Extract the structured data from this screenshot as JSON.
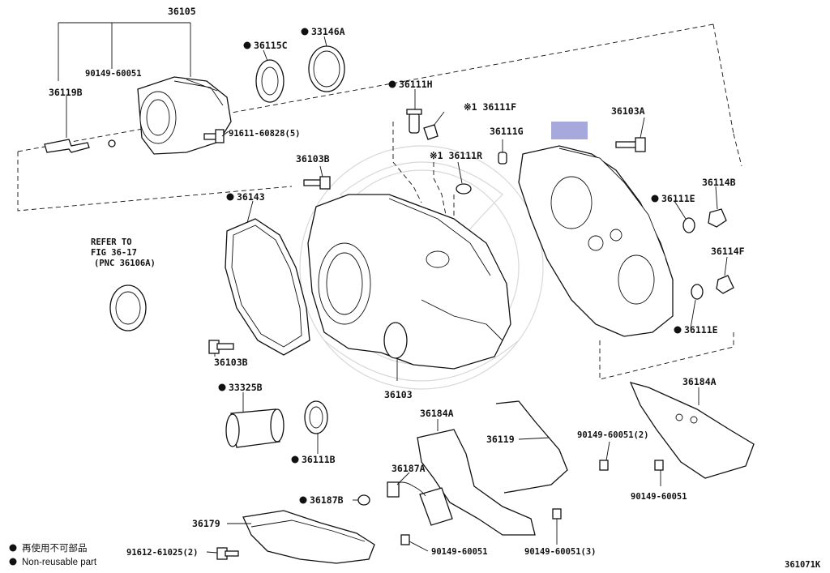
{
  "diagram": {
    "figure_id": "361071K",
    "highlight_color": "#a7a9dc",
    "part_labels": {
      "p36105": "36105",
      "p90149_60051_top": "90149-60051",
      "p36119B": "36119B",
      "p36115C": "36115C",
      "p33146A": "33146A",
      "p91611_60828": "91611-60828(5)",
      "p36111H": "36111H",
      "p36111F": "※1 36111F",
      "p36111G": "36111G",
      "p36111R": "※1 36111R",
      "p36103A": "36103A",
      "p36103B_top": "36103B",
      "p36143": "36143",
      "p36114B": "36114B",
      "p36111E_top": "36111E",
      "p36114F": "36114F",
      "p36111E_bottom": "36111E",
      "p36103B_left": "36103B",
      "p36103": "36103",
      "p33325B": "33325B",
      "p36111B": "36111B",
      "p36184A_center": "36184A",
      "p36119": "36119",
      "p36184A_right": "36184A",
      "p90149_60051_2": "90149-60051(2)",
      "p90149_60051_right": "90149-60051",
      "p36187A": "36187A",
      "p36187B": "36187B",
      "p36179": "36179",
      "p91612_61025": "91612-61025(2)",
      "p90149_60051_bottom": "90149-60051",
      "p90149_60051_3": "90149-60051(3)"
    },
    "reference": {
      "line1": "REFER TO",
      "line2": "FIG 36-17",
      "line3": "(PNC 36106A)"
    },
    "legend": {
      "reuse_prohibited_jp": "再使用不可部品",
      "non_reusable_en": "Non-reusable part"
    }
  }
}
